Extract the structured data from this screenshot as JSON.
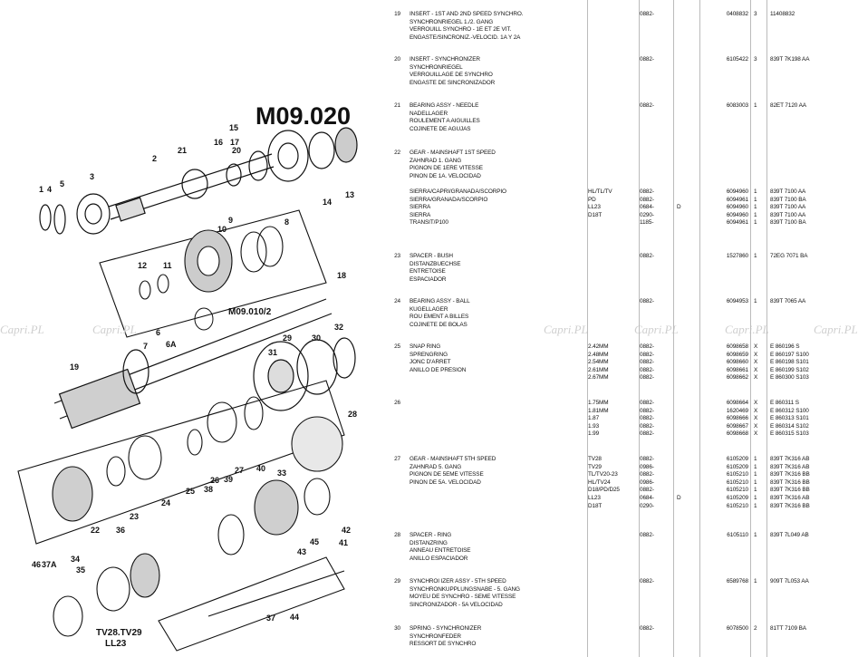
{
  "diagram": {
    "model": "M09.020",
    "sub_ref": "M09.010/2",
    "variant_label": "TV28.TV29",
    "variant_label_2": "LL23",
    "callouts": [
      "1",
      "2",
      "3",
      "4",
      "5",
      "6",
      "6A",
      "7",
      "8",
      "9",
      "10",
      "11",
      "12",
      "13",
      "14",
      "15",
      "16",
      "17",
      "18",
      "19",
      "20",
      "21",
      "22",
      "23",
      "24",
      "25",
      "26",
      "27",
      "28",
      "29",
      "30",
      "31",
      "32",
      "33",
      "34",
      "35",
      "36",
      "37",
      "38",
      "39",
      "40",
      "41",
      "42",
      "43",
      "44",
      "45",
      "46",
      "37A"
    ],
    "watermark": "Capri.PL"
  },
  "entries": [
    {
      "ref": "19",
      "lines": [
        {
          "d": "INSERT - 1ST AND 2ND SPEED SYNCHRO.",
          "m": "",
          "dt": "0882-",
          "f": "",
          "p": "0408832",
          "q": "3",
          "n": "11408832"
        },
        {
          "d": "SYNCHRONRIEGEL 1./2. GANG"
        },
        {
          "d": "VERROUILL SYNCHRO - 1E ET 2E VIT."
        },
        {
          "d": "ENGASTE/SINCRONIZ.-VELOCID. 1A Y 2A"
        }
      ]
    },
    {
      "ref": "20",
      "lines": [
        {
          "d": "INSERT - SYNCHRONIZER",
          "m": "",
          "dt": "0882-",
          "f": "",
          "p": "6105422",
          "q": "3",
          "n": "839T 7K198 AA"
        },
        {
          "d": "SYNCHRONRIEGEL"
        },
        {
          "d": "VERROUILLAGE DE SYNCHRO"
        },
        {
          "d": "ENGASTE DE SINCRONIZADOR"
        }
      ]
    },
    {
      "ref": "21",
      "lines": [
        {
          "d": "BEARING ASSY - NEEDLE",
          "m": "",
          "dt": "0882-",
          "f": "",
          "p": "6083003",
          "q": "1",
          "n": "82ET 7120 AA"
        },
        {
          "d": "NADELLAGER"
        },
        {
          "d": "ROULEMENT A AIGUILLES"
        },
        {
          "d": "COJINETE DE AGUJAS"
        }
      ]
    },
    {
      "ref": "22",
      "lines": [
        {
          "d": "GEAR - MAINSHAFT 1ST SPEED"
        },
        {
          "d": "ZAHNRAD 1. GANG"
        },
        {
          "d": "PIGNON DE 1ERE VITESSE"
        },
        {
          "d": "PINON DE 1A. VELOCIDAD"
        },
        {
          "d": ""
        },
        {
          "d": "    SIERRA/CAPRI/GRANADA/SCORPIO",
          "m": "HL/TL/TV",
          "dt": "0882-",
          "f": "",
          "p": "6094960",
          "q": "1",
          "n": "839T 7100 AA"
        },
        {
          "d": "    SIERRA/GRANADA/SCORPIO",
          "m": "PD",
          "dt": "0882-",
          "f": "",
          "p": "6094961",
          "q": "1",
          "n": "839T 7100 BA"
        },
        {
          "d": "    SIERRA",
          "m": "LL23",
          "dt": "0684-",
          "f": "D",
          "p": "6094960",
          "q": "1",
          "n": "839T 7100 AA"
        },
        {
          "d": "    SIERRA",
          "m": "D18T",
          "dt": "0290-",
          "f": "",
          "p": "6094960",
          "q": "1",
          "n": "839T 7100 AA"
        },
        {
          "d": "    TRANSIT/P100",
          "m": "",
          "dt": "1185-",
          "f": "",
          "p": "6094961",
          "q": "1",
          "n": "839T 7100 BA"
        }
      ]
    },
    {
      "ref": "23",
      "lines": [
        {
          "d": "SPACER - BUSH",
          "m": "",
          "dt": "0882-",
          "f": "",
          "p": "1527860",
          "q": "1",
          "n": "72EG 7071 BA"
        },
        {
          "d": "DISTANZBUECHSE"
        },
        {
          "d": "ENTRETOISE"
        },
        {
          "d": "ESPACIADOR"
        }
      ]
    },
    {
      "ref": "24",
      "lines": [
        {
          "d": "BEARING ASSY - BALL",
          "m": "",
          "dt": "0882-",
          "f": "",
          "p": "6094953",
          "q": "1",
          "n": "839T 7065 AA"
        },
        {
          "d": "KUGELLAGER"
        },
        {
          "d": "ROU EMENT A BILLES"
        },
        {
          "d": "COJINETE DE BOLAS"
        }
      ]
    },
    {
      "ref": "25",
      "lines": [
        {
          "d": "SNAP RING",
          "m": "2.42MM",
          "dt": "0882-",
          "f": "",
          "p": "6098658",
          "q": "X",
          "n": "E 860196 S"
        },
        {
          "d": "SPRENGRING",
          "m": "2.48MM",
          "dt": "0882-",
          "f": "",
          "p": "6098659",
          "q": "X",
          "n": "E 860197 S100"
        },
        {
          "d": "JONC D'ARRET",
          "m": "2.54MM",
          "dt": "0882-",
          "f": "",
          "p": "6098660",
          "q": "X",
          "n": "E 860198 S101"
        },
        {
          "d": "ANILLO DE PRESION",
          "m": "2.61MM",
          "dt": "0882-",
          "f": "",
          "p": "6098661",
          "q": "X",
          "n": "E 860199 S102"
        },
        {
          "d": "",
          "m": "2.67MM",
          "dt": "0882-",
          "f": "",
          "p": "6098662",
          "q": "X",
          "n": "E 860300 S103"
        }
      ]
    },
    {
      "ref": "26",
      "lines": [
        {
          "d": "",
          "m": "1.75MM",
          "dt": "0882-",
          "f": "",
          "p": "6098664",
          "q": "X",
          "n": "E 860311 S"
        },
        {
          "d": "",
          "m": "1.81MM",
          "dt": "0882-",
          "f": "",
          "p": "1620469",
          "q": "X",
          "n": "E 860312 S100"
        },
        {
          "d": "",
          "m": "1.87",
          "dt": "0882-",
          "f": "",
          "p": "6098666",
          "q": "X",
          "n": "E 860313 S101"
        },
        {
          "d": "",
          "m": "1.93",
          "dt": "0882-",
          "f": "",
          "p": "6098667",
          "q": "X",
          "n": "E 860314 S102"
        },
        {
          "d": "",
          "m": "1.99",
          "dt": "0882-",
          "f": "",
          "p": "6098668",
          "q": "X",
          "n": "E 860315 S103"
        }
      ]
    },
    {
      "ref": "27",
      "lines": [
        {
          "d": "GEAR - MAINSHAFT 5TH SPEED",
          "m": "TV28",
          "dt": "0882-",
          "f": "",
          "p": "6105209",
          "q": "1",
          "n": "839T 7K316 AB"
        },
        {
          "d": "ZAHNRAD 5. GANG",
          "m": "TV29",
          "dt": "0986-",
          "f": "",
          "p": "6105209",
          "q": "1",
          "n": "839T 7K316 AB"
        },
        {
          "d": "PIGNON DE 5EME VITESSE",
          "m": "TL/TV20-23",
          "dt": "0882-",
          "f": "",
          "p": "6105210",
          "q": "1",
          "n": "839T 7K316 BB"
        },
        {
          "d": "PINON DE 5A. VELOCIDAD",
          "m": "HL/TV24",
          "dt": "0986-",
          "f": "",
          "p": "6105210",
          "q": "1",
          "n": "839T 7K316 BB"
        },
        {
          "d": "",
          "m": "D18/PD/D25",
          "dt": "0882-",
          "f": "",
          "p": "6105210",
          "q": "1",
          "n": "839T 7K316 BB"
        },
        {
          "d": "",
          "m": "LL23",
          "dt": "0684-",
          "f": "D",
          "p": "6105209",
          "q": "1",
          "n": "839T 7K316 AB"
        },
        {
          "d": "",
          "m": "D18T",
          "dt": "0290-",
          "f": "",
          "p": "6105210",
          "q": "1",
          "n": "839T 7K316 BB"
        }
      ]
    },
    {
      "ref": "28",
      "lines": [
        {
          "d": "SPACER - RING",
          "m": "",
          "dt": "0882-",
          "f": "",
          "p": "6105110",
          "q": "1",
          "n": "839T 7L049 AB"
        },
        {
          "d": "DISTANZRING"
        },
        {
          "d": "ANNEAU ENTRETOISE"
        },
        {
          "d": "ANILLO ESPACIADOR"
        }
      ]
    },
    {
      "ref": "29",
      "lines": [
        {
          "d": "SYNCHROI IZER ASSY - 5TH SPEED",
          "m": "",
          "dt": "0882-",
          "f": "",
          "p": "6589768",
          "q": "1",
          "n": "909T 7L053 AA"
        },
        {
          "d": "SYNCHRONKUPPLUNGSNABE - 5. GANG"
        },
        {
          "d": "MOYEU DE SYNCHRO - SEME VITESSE"
        },
        {
          "d": "SINCRONIZADOR - 5A VELOCIDAD"
        }
      ]
    },
    {
      "ref": "30",
      "lines": [
        {
          "d": "SPRING - SYNCHRONIZER",
          "m": "",
          "dt": "0882-",
          "f": "",
          "p": "6078500",
          "q": "2",
          "n": "81TT 7109 BA"
        },
        {
          "d": "SYNCHRONFEDER"
        },
        {
          "d": "RESSORT DE SYNCHRO"
        }
      ]
    }
  ]
}
